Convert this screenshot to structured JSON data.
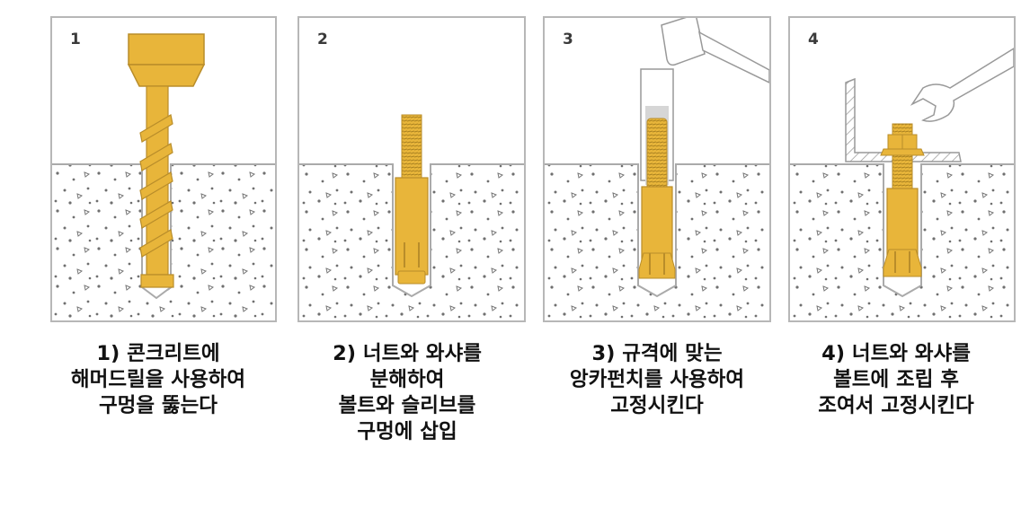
{
  "colors": {
    "anchor_yellow": "#e8b53a",
    "anchor_outline": "#b98d2a",
    "panel_border": "#b7b7b7",
    "concrete_dots": "#6f6f6f",
    "caption_text": "#111111"
  },
  "steps": [
    {
      "number": "1",
      "illustration": "hammer-drill-bit-drilling-hole-in-concrete",
      "caption_lines": [
        "1) 콘크리트에",
        "해머드릴을 사용하여",
        "구멍을 뚫는다"
      ]
    },
    {
      "number": "2",
      "illustration": "bolt-and-sleeve-inserted-into-hole",
      "caption_lines": [
        "2) 너트와 와샤를",
        "분해하여",
        "볼트와 슬리브를",
        "구멍에 삽입"
      ]
    },
    {
      "number": "3",
      "illustration": "anchor-punch-struck-with-hammer",
      "caption_lines": [
        "3) 규격에 맞는",
        "앙카펀치를 사용하여",
        "고정시킨다"
      ]
    },
    {
      "number": "4",
      "illustration": "nut-and-washer-tightened-with-wrench-on-angle-bracket",
      "caption_lines": [
        "4) 너트와 와샤를",
        "볼트에 조립 후",
        "조여서 고정시킨다"
      ]
    }
  ]
}
